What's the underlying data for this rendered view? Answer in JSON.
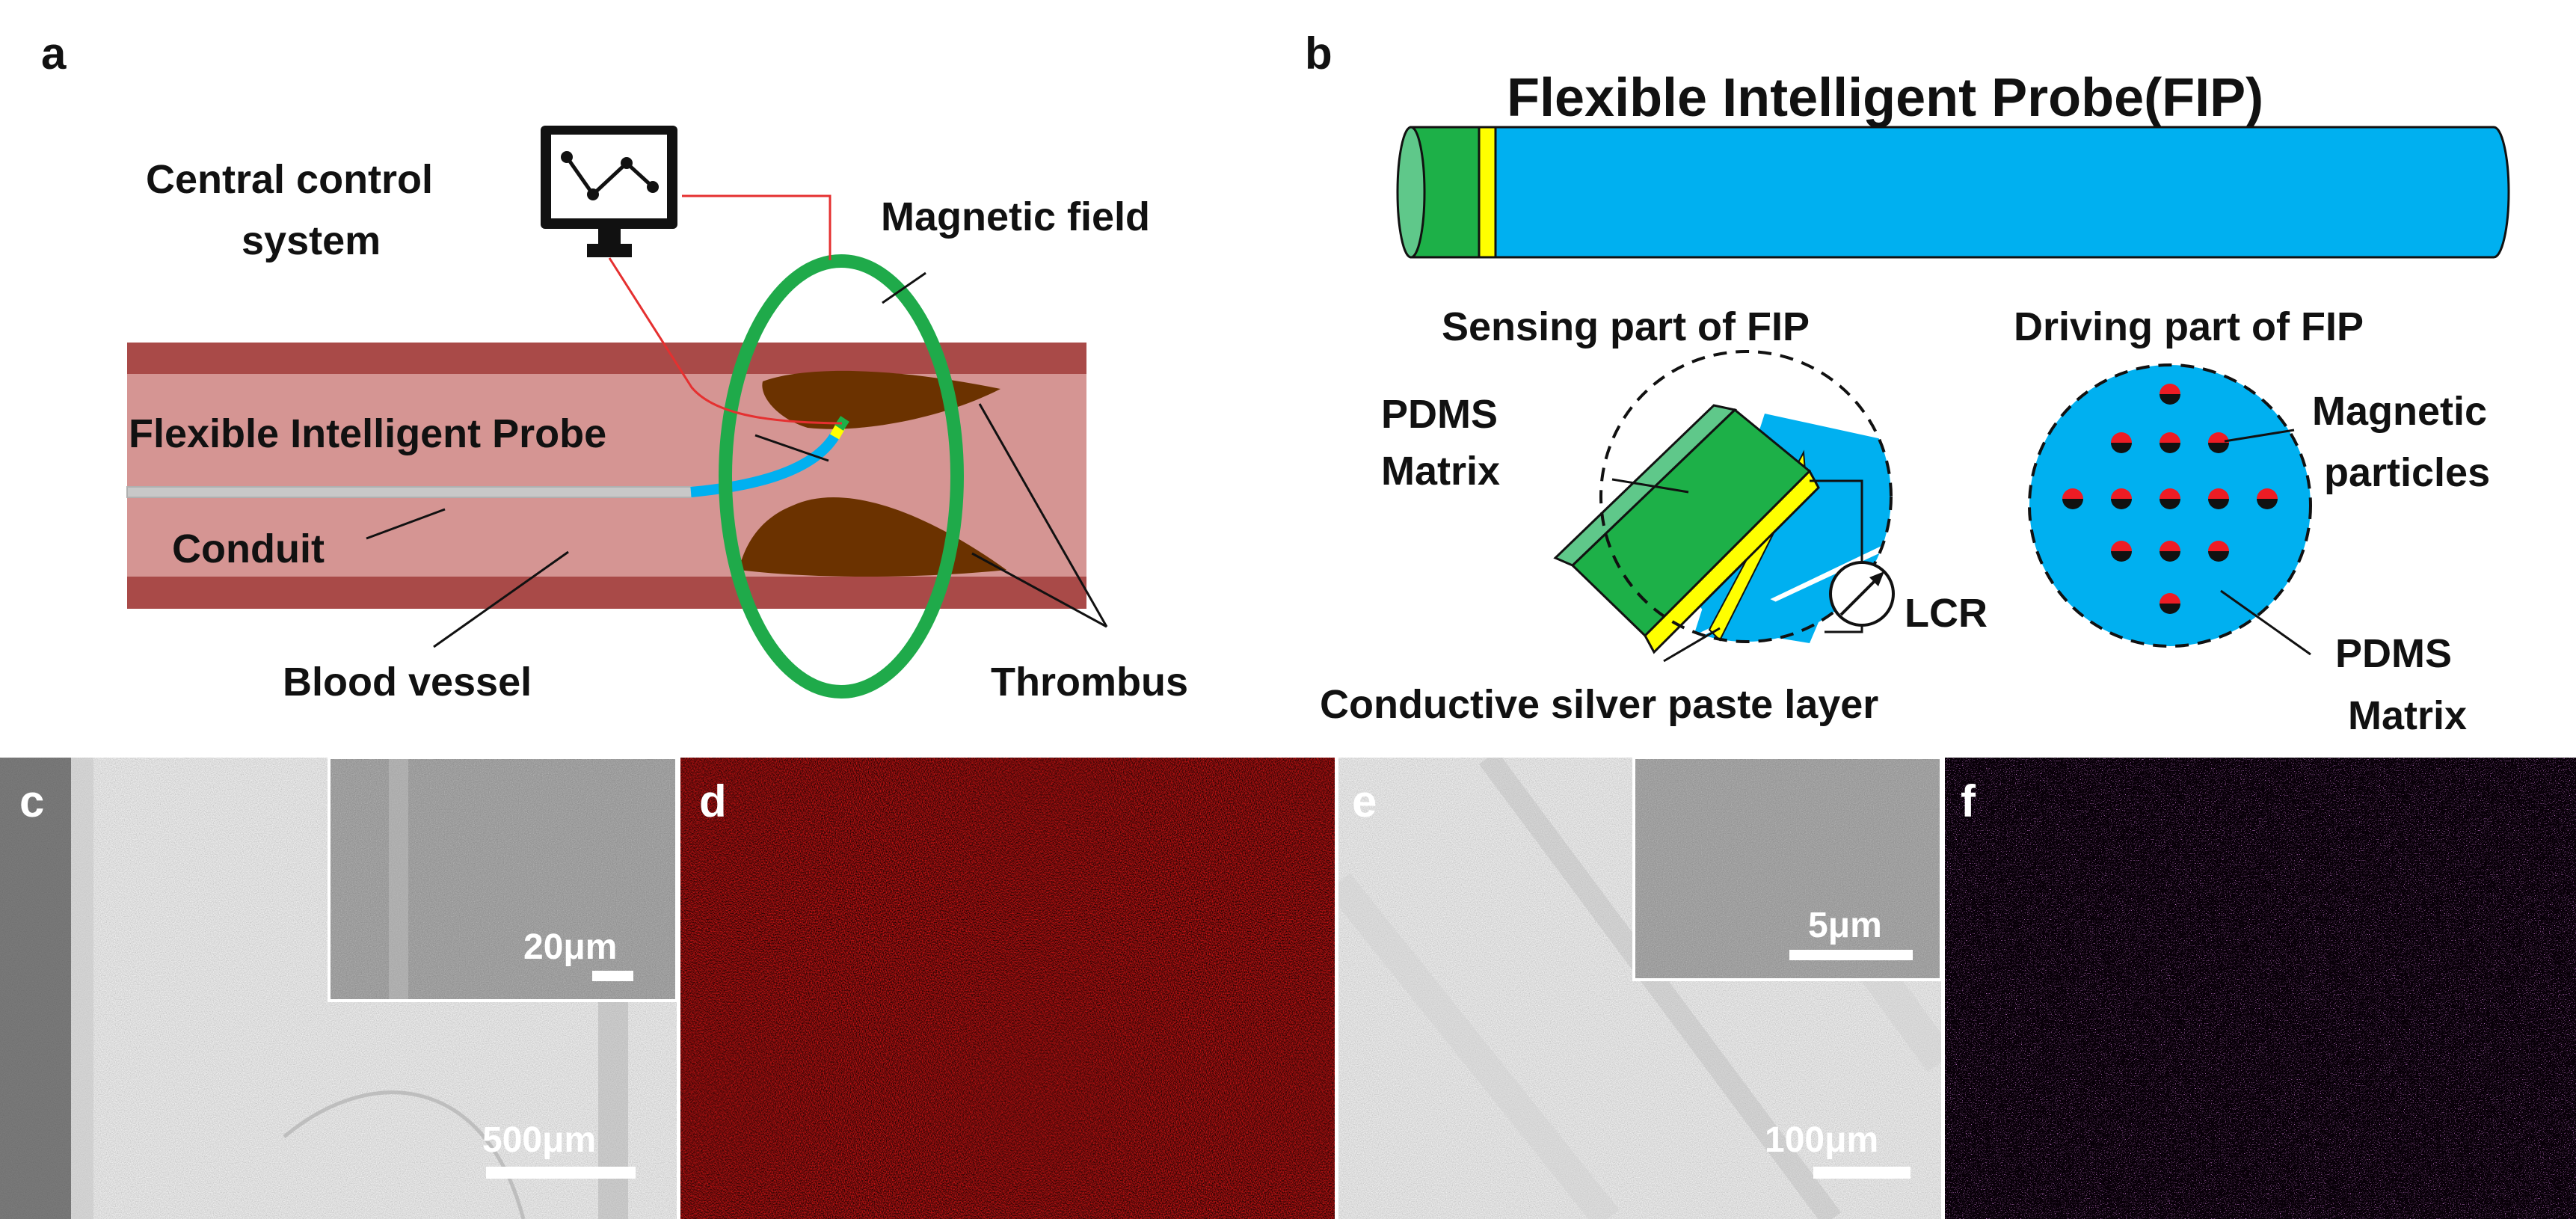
{
  "panels": {
    "a": {
      "letter": "a",
      "central_control": [
        "Central control",
        "system"
      ],
      "magnetic_field": "Magnetic field",
      "probe": "Flexible Intelligent Probe",
      "conduit": "Conduit",
      "blood_vessel": "Blood vessel",
      "thrombus": "Thrombus"
    },
    "b": {
      "letter": "b",
      "title": "Flexible Intelligent Probe(FIP)",
      "sensing_title": "Sensing part of FIP",
      "driving_title": "Driving part of FIP",
      "pdms_matrix": [
        "PDMS",
        "Matrix"
      ],
      "lcr": "LCR",
      "silver_layer": "Conductive silver paste layer",
      "magnetic_particles": [
        "Magnetic",
        "particles"
      ],
      "pdms_matrix_2": [
        "PDMS",
        "Matrix"
      ]
    },
    "c": {
      "letter": "c",
      "scale_main": "500μm",
      "scale_inset": "20μm"
    },
    "d": {
      "letter": "d"
    },
    "e": {
      "letter": "e",
      "scale_main": "100μm",
      "scale_inset": "5μm"
    },
    "f": {
      "letter": "f"
    }
  },
  "colors": {
    "vessel_wall": "#a94a48",
    "vessel_lumen": "#d59593",
    "thrombus": "#6b3200",
    "coil": "#1faa4a",
    "probe_blue": "#00b0f0",
    "probe_green": "#1db048",
    "silver_layer": "#ffff00",
    "particle_red": "#ee1c24",
    "wire_red": "#e53030",
    "edx_red": "#c81414",
    "edx_magenta": "#c040d8"
  },
  "icons": [
    "monitor-icon",
    "lcr-meter-icon"
  ]
}
